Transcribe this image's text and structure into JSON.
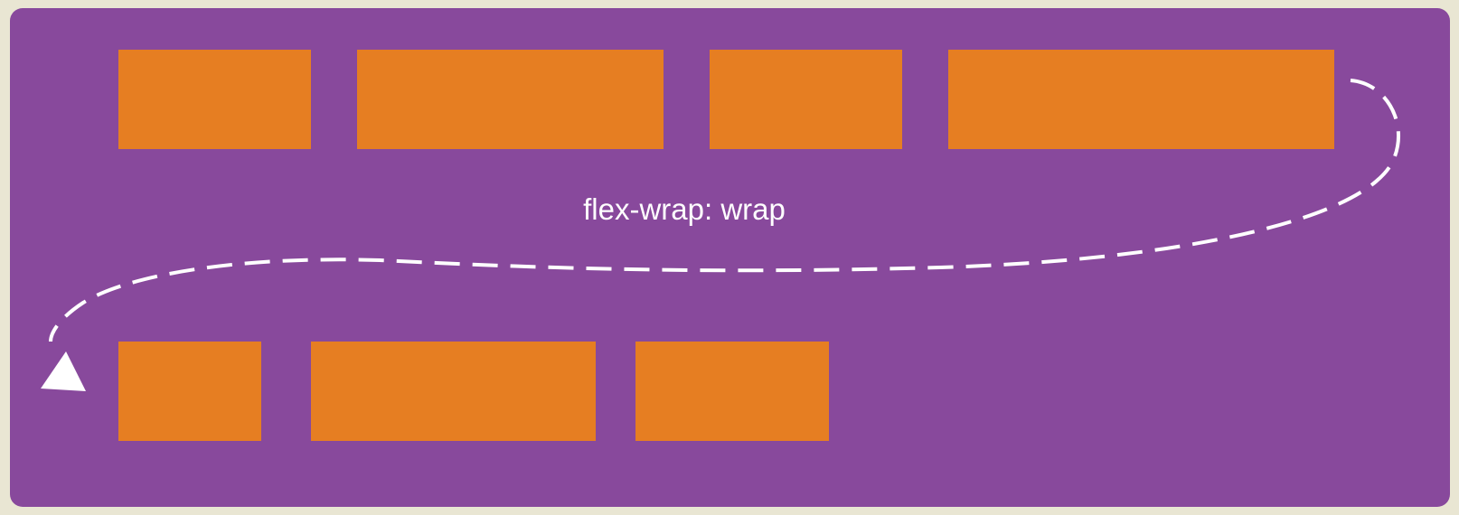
{
  "diagram": {
    "caption": "flex-wrap: wrap",
    "background_color": "#88499c",
    "item_color": "#e67e22",
    "arrow_color": "#ffffff",
    "rows": [
      {
        "name": "row-1",
        "item_count": 4
      },
      {
        "name": "row-2",
        "item_count": 3
      }
    ]
  }
}
